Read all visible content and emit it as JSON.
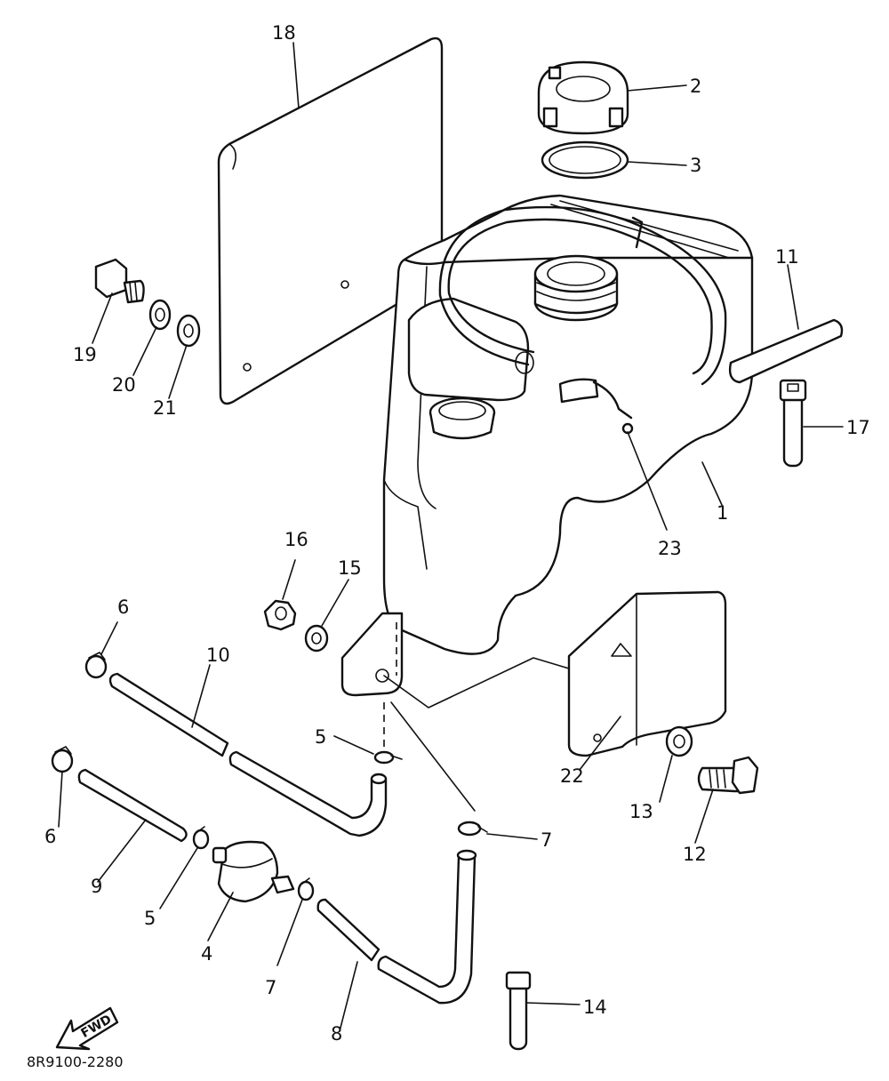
{
  "diagram": {
    "part_code": "8R9100-2280",
    "fwd_label": "FWD",
    "callouts": [
      {
        "id": "c1",
        "label": "1"
      },
      {
        "id": "c2",
        "label": "2"
      },
      {
        "id": "c3",
        "label": "3"
      },
      {
        "id": "c4",
        "label": "4"
      },
      {
        "id": "c5a",
        "label": "5"
      },
      {
        "id": "c5b",
        "label": "5"
      },
      {
        "id": "c6a",
        "label": "6"
      },
      {
        "id": "c6b",
        "label": "6"
      },
      {
        "id": "c7a",
        "label": "7"
      },
      {
        "id": "c7b",
        "label": "7"
      },
      {
        "id": "c8",
        "label": "8"
      },
      {
        "id": "c9",
        "label": "9"
      },
      {
        "id": "c10",
        "label": "10"
      },
      {
        "id": "c11",
        "label": "11"
      },
      {
        "id": "c12",
        "label": "12"
      },
      {
        "id": "c13",
        "label": "13"
      },
      {
        "id": "c14",
        "label": "14"
      },
      {
        "id": "c15",
        "label": "15"
      },
      {
        "id": "c16",
        "label": "16"
      },
      {
        "id": "c17",
        "label": "17"
      },
      {
        "id": "c18",
        "label": "18"
      },
      {
        "id": "c19",
        "label": "19"
      },
      {
        "id": "c20",
        "label": "20"
      },
      {
        "id": "c21",
        "label": "21"
      },
      {
        "id": "c22",
        "label": "22"
      },
      {
        "id": "c23",
        "label": "23"
      }
    ]
  }
}
